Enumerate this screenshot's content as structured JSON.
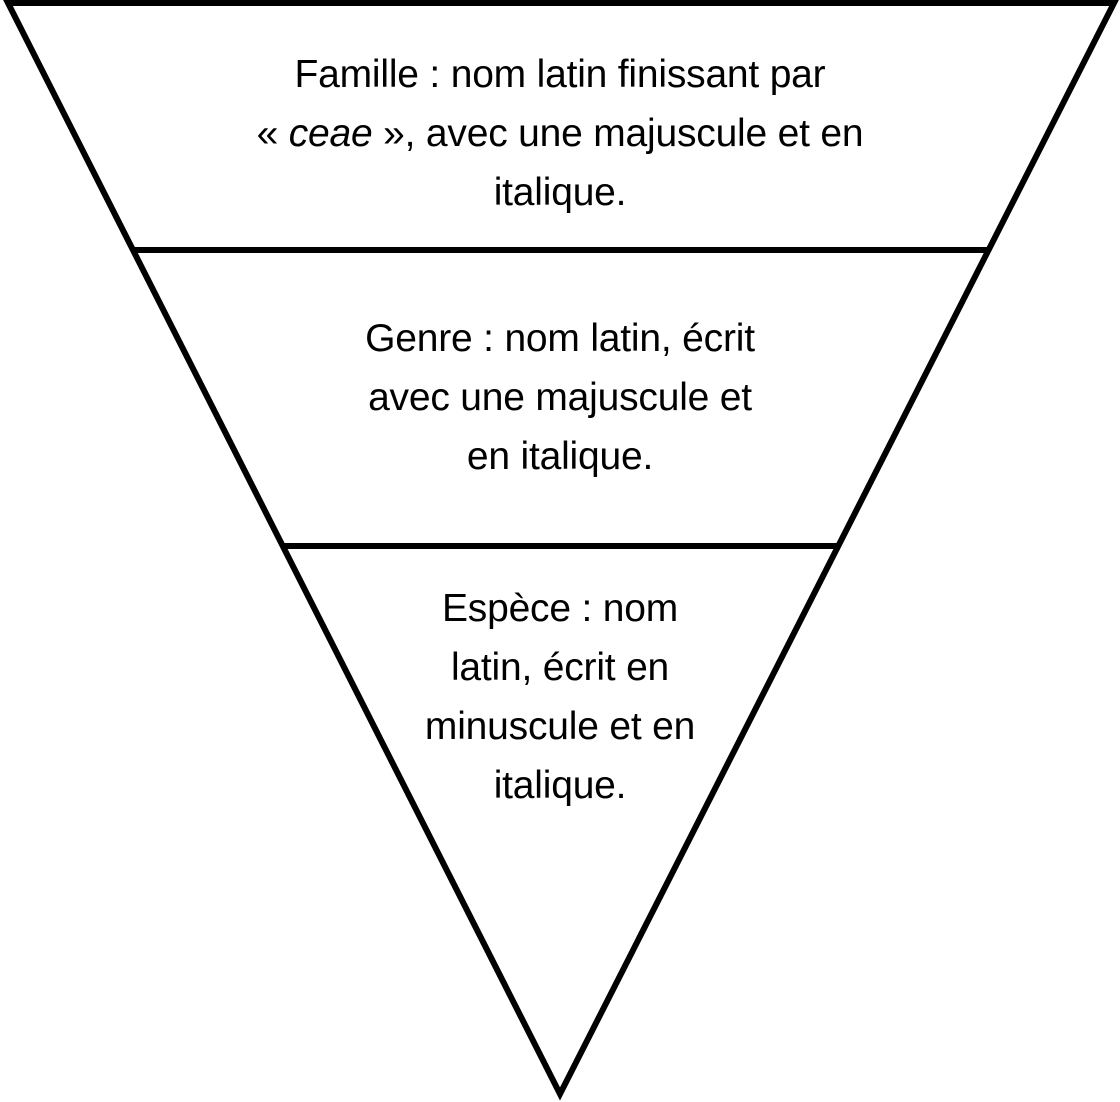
{
  "diagram": {
    "type": "inverted-pyramid",
    "stroke_color": "#000000",
    "fill_color": "#ffffff",
    "levels": [
      {
        "name": "Famille",
        "lines": [
          "Famille : nom latin finissant par",
          {
            "prefix": "« ",
            "italic": "ceae",
            "suffix": " », avec une majuscule et en"
          },
          "italique."
        ]
      },
      {
        "name": "Genre",
        "lines": [
          "Genre : nom latin, écrit",
          "avec une majuscule et",
          "en italique."
        ]
      },
      {
        "name": "Espèce",
        "lines": [
          "Espèce : nom",
          "latin, écrit en",
          "minuscule et en",
          "italique."
        ]
      }
    ]
  }
}
